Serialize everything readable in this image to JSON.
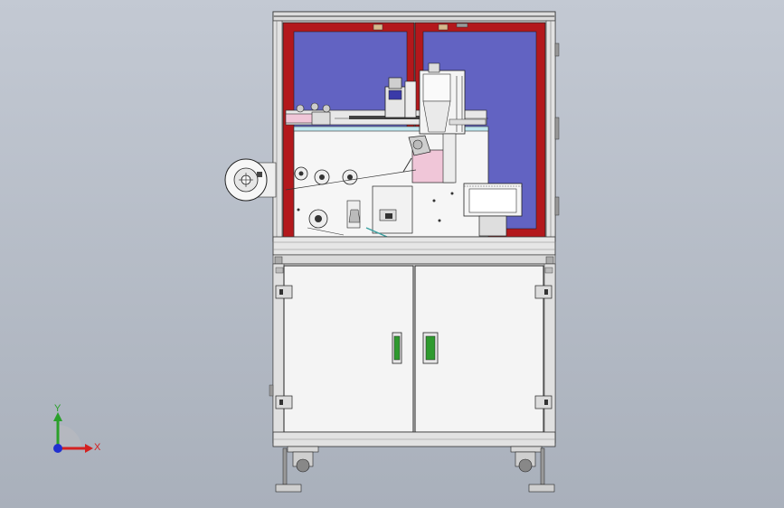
{
  "viewport": {
    "background_top": "#c3c9d3",
    "background_bottom": "#a9b0bb"
  },
  "triad": {
    "x_label": "X",
    "y_label": "Y",
    "x_color": "#d42020",
    "y_color": "#2aa02a",
    "z_color": "#2030d0"
  },
  "model": {
    "frame_color": "#e8e8e8",
    "window_frame_color": "#b3181c",
    "glass_color": "#6060c0",
    "panel_color": "#f4f4f4",
    "accent_pink": "#f0c6d8",
    "accent_cyan": "#bfe6ee",
    "handle_color": "#2e9a2e",
    "label_orientation": "front view",
    "door_count": 2
  }
}
